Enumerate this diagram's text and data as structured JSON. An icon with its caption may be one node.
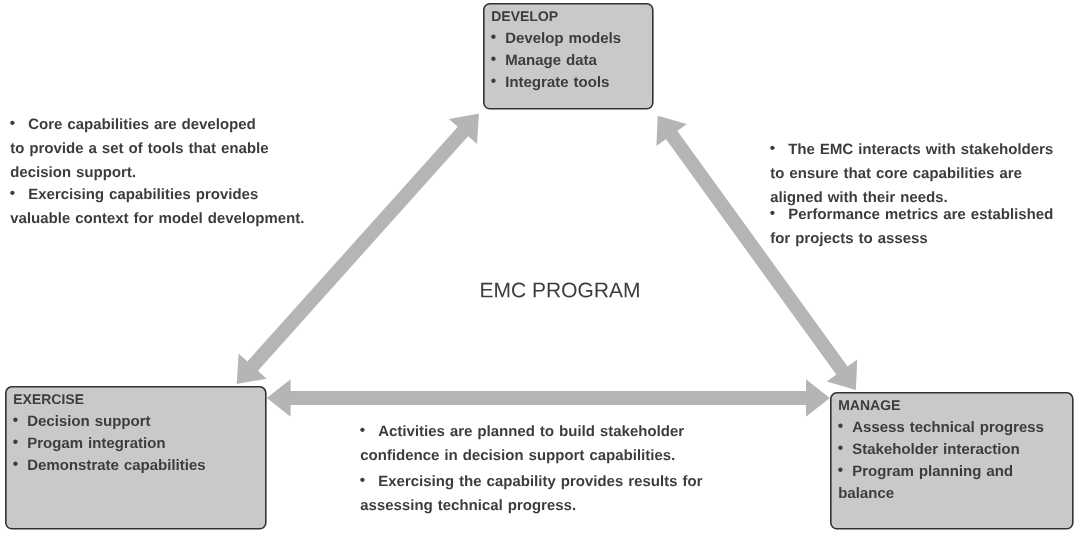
{
  "diagram": {
    "title": "EMC PROGRAM",
    "nodes": [
      {
        "text": [
          "DEVELOP",
          "Develop models",
          "Manage data",
          "Integrate tools"
        ]
      },
      {
        "text": [
          "EXERCISE",
          "Decision support",
          "Progam integration",
          "Demonstrate capabilities"
        ]
      },
      {
        "text": [
          "MANAGE",
          "Assess technical progress",
          "Stakeholder interaction",
          "Program planning and balance"
        ]
      }
    ],
    "edges": [
      {
        "from": 1,
        "to": 0,
        "arrow": "both"
      },
      {
        "from": 2,
        "to": 0,
        "arrow": "both"
      },
      {
        "from": 1,
        "to": 2,
        "arrow": "both"
      }
    ],
    "labels": [
      "Core capabilities are developed to provide a set of tools that enable decision support.",
      "Exercising capabilities provides valuable context for model development.",
      "The EMC interacts with stakeholders to ensure that core capabilities are aligned with their needs.",
      "Performance metrics are established for projects to assess",
      "Activities are planned to build stakeholder confidence in decision support capabilities.",
      "Exercising the capability provides results for assessing technical progress."
    ]
  }
}
